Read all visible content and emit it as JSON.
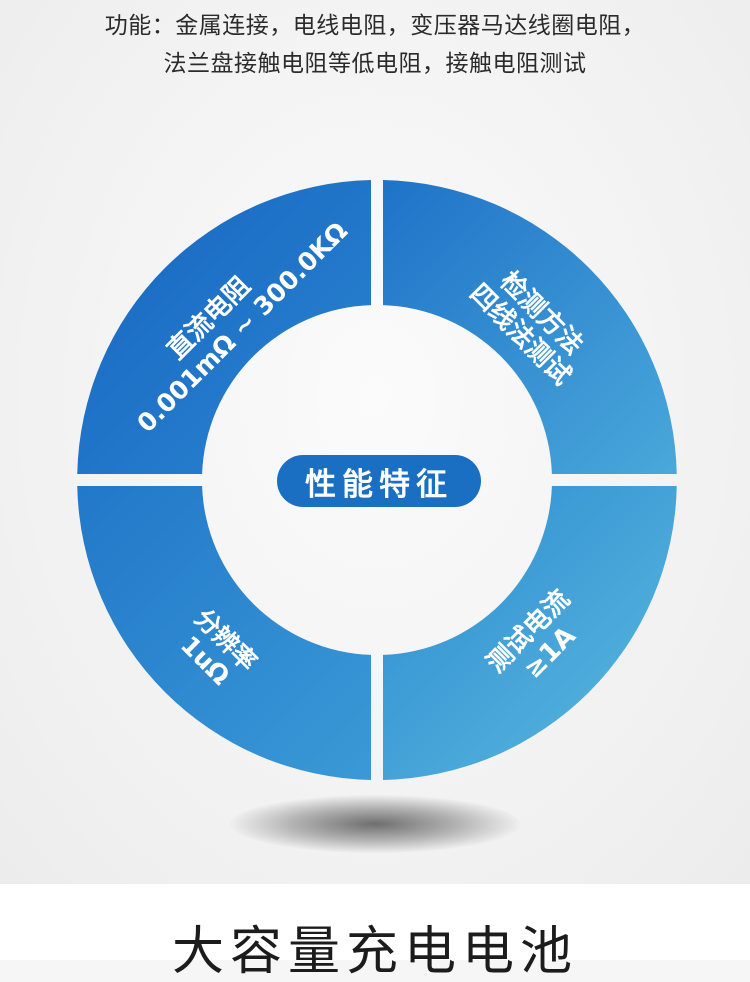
{
  "header": {
    "line1": "功能：金属连接，电线电阻，变压器马达线圈电阻，",
    "line2": "法兰盘接触电阻等低电阻，接触电阻测试"
  },
  "ring": {
    "center_label": "性能特征",
    "quadrants": {
      "top_left": {
        "title": "直流电阻",
        "detail": "0.001mΩ ~ 300.0KΩ"
      },
      "top_right": {
        "title": "检测方法",
        "detail": "四线法测试"
      },
      "bottom_left": {
        "title": "分辨率",
        "detail": "1uΩ"
      },
      "bottom_right": {
        "title": "测试电流",
        "detail": "≥1A"
      }
    },
    "colors": {
      "dark": "#1766c2",
      "mid": "#2f8ed2",
      "light": "#4eb2dc"
    }
  },
  "footer": {
    "title": "大容量充电电池"
  }
}
